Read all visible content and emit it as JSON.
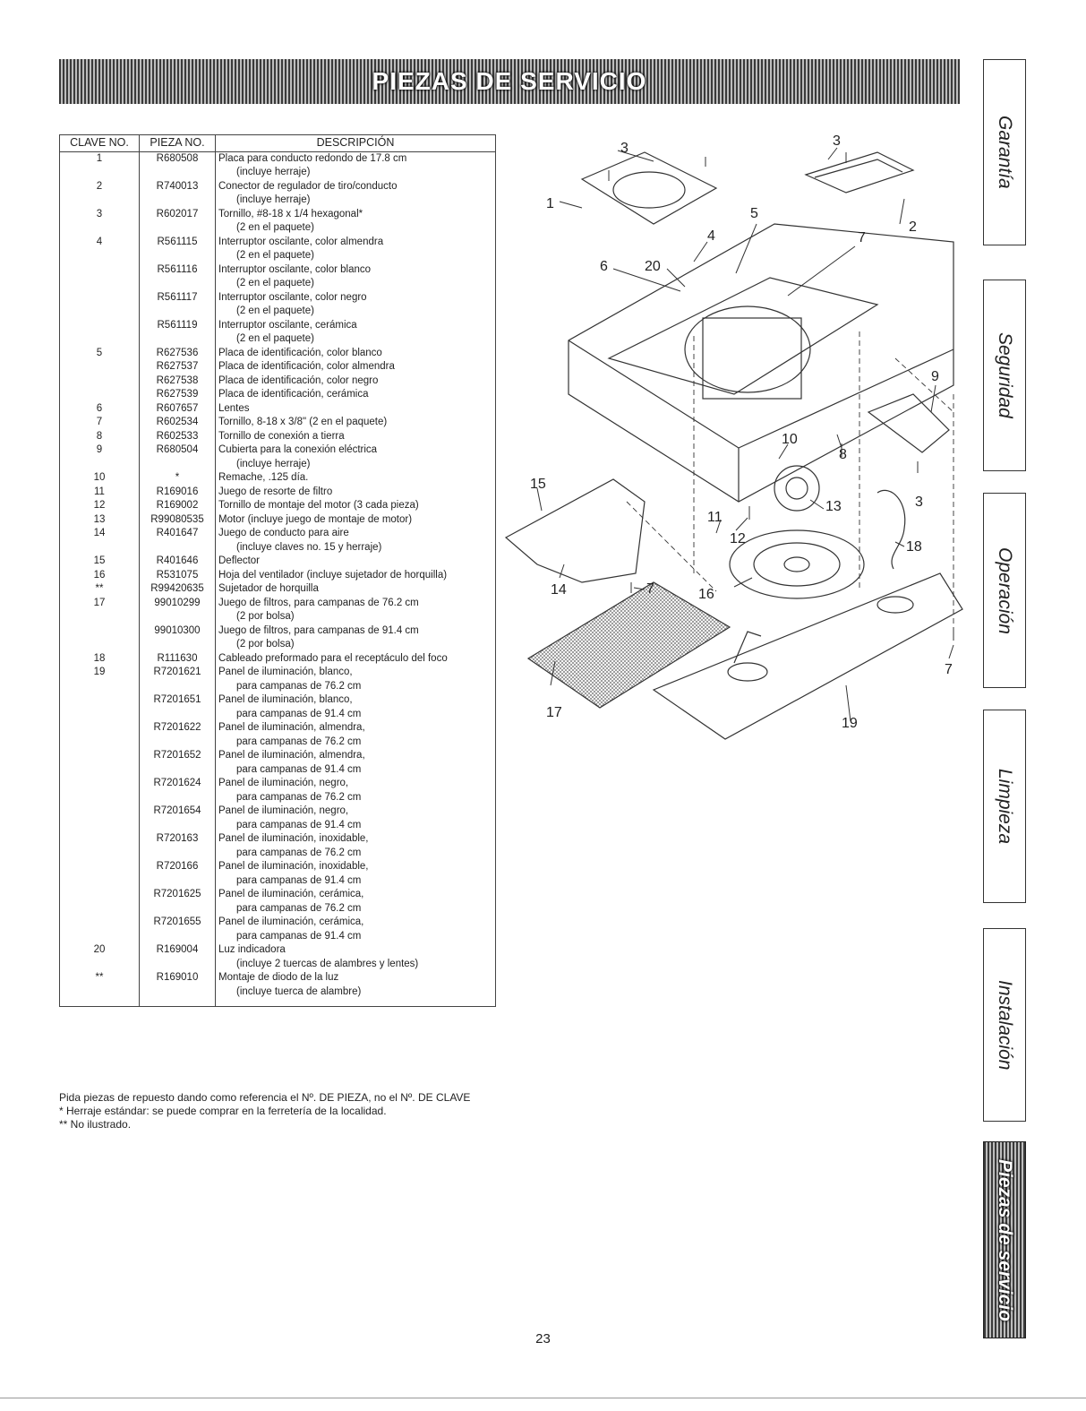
{
  "header": {
    "title": "PIEZAS DE SERVICIO"
  },
  "table": {
    "headers": [
      "CLAVE NO.",
      "PIEZA NO.",
      "DESCRIPCIÓN"
    ],
    "rows": [
      {
        "clave": "1",
        "pieza": "R680508",
        "desc": [
          "Placa para conducto redondo de 17.8 cm",
          "(incluye herraje)"
        ]
      },
      {
        "clave": "2",
        "pieza": "R740013",
        "desc": [
          "Conector de regulador de tiro/conducto",
          "(incluye herraje)"
        ]
      },
      {
        "clave": "3",
        "pieza": "R602017",
        "desc": [
          "Tornillo, #8-18 x 1/4 hexagonal*",
          "(2 en el paquete)"
        ]
      },
      {
        "clave": "4",
        "pieza": "R561115",
        "desc": [
          "Interruptor oscilante, color almendra",
          "(2 en el paquete)"
        ]
      },
      {
        "clave": "",
        "pieza": "R561116",
        "desc": [
          "Interruptor oscilante, color blanco",
          "(2 en el paquete)"
        ]
      },
      {
        "clave": "",
        "pieza": "R561117",
        "desc": [
          "Interruptor oscilante, color negro",
          "(2 en el paquete)"
        ]
      },
      {
        "clave": "",
        "pieza": "R561119",
        "desc": [
          "Interruptor oscilante, cerámica",
          "(2 en el paquete)"
        ]
      },
      {
        "clave": "5",
        "pieza": "R627536",
        "desc": [
          "Placa de identificación, color blanco"
        ]
      },
      {
        "clave": "",
        "pieza": "R627537",
        "desc": [
          "Placa de identificación, color almendra"
        ]
      },
      {
        "clave": "",
        "pieza": "R627538",
        "desc": [
          "Placa de identificación, color negro"
        ]
      },
      {
        "clave": "",
        "pieza": "R627539",
        "desc": [
          "Placa de identificación, cerámica"
        ]
      },
      {
        "clave": "6",
        "pieza": "R607657",
        "desc": [
          "Lentes"
        ]
      },
      {
        "clave": "7",
        "pieza": "R602534",
        "desc": [
          "Tornillo, 8-18 x 3/8\" (2 en el paquete)"
        ]
      },
      {
        "clave": "8",
        "pieza": "R602533",
        "desc": [
          "Tornillo de conexión a tierra"
        ]
      },
      {
        "clave": "9",
        "pieza": "R680504",
        "desc": [
          "Cubierta para la conexión eléctrica",
          "(incluye herraje)"
        ]
      },
      {
        "clave": "10",
        "pieza": "*",
        "desc": [
          "Remache, .125 día."
        ]
      },
      {
        "clave": "11",
        "pieza": "R169016",
        "desc": [
          "Juego de resorte de filtro"
        ]
      },
      {
        "clave": "12",
        "pieza": "R169002",
        "desc": [
          "Tornillo de montaje del motor (3 cada pieza)"
        ]
      },
      {
        "clave": "13",
        "pieza": "R99080535",
        "desc": [
          "Motor (incluye juego de montaje de motor)"
        ]
      },
      {
        "clave": "14",
        "pieza": "R401647",
        "desc": [
          "Juego de conducto para aire",
          "(incluye claves no. 15 y herraje)"
        ]
      },
      {
        "clave": "15",
        "pieza": "R401646",
        "desc": [
          "Deflector"
        ]
      },
      {
        "clave": "16",
        "pieza": "R531075",
        "desc": [
          "Hoja del ventilador (incluye sujetador de horquilla)"
        ]
      },
      {
        "clave": "**",
        "pieza": "R99420635",
        "desc": [
          "Sujetador de horquilla"
        ]
      },
      {
        "clave": "17",
        "pieza": "99010299",
        "desc": [
          "Juego de filtros, para campanas de 76.2 cm",
          "(2 por bolsa)"
        ]
      },
      {
        "clave": "",
        "pieza": "99010300",
        "desc": [
          "Juego de filtros, para campanas de 91.4 cm",
          "(2 por bolsa)"
        ]
      },
      {
        "clave": "18",
        "pieza": "R111630",
        "desc": [
          "Cableado preformado para el receptáculo del foco"
        ]
      },
      {
        "clave": "19",
        "pieza": "R7201621",
        "desc": [
          "Panel de iluminación, blanco,",
          "para campanas de 76.2 cm"
        ]
      },
      {
        "clave": "",
        "pieza": "R7201651",
        "desc": [
          "Panel de iluminación, blanco,",
          "para campanas de 91.4 cm"
        ]
      },
      {
        "clave": "",
        "pieza": "R7201622",
        "desc": [
          "Panel de iluminación, almendra,",
          "para campanas de 76.2 cm"
        ]
      },
      {
        "clave": "",
        "pieza": "R7201652",
        "desc": [
          "Panel de iluminación, almendra,",
          "para campanas de 91.4 cm"
        ]
      },
      {
        "clave": "",
        "pieza": "R7201624",
        "desc": [
          "Panel de iluminación, negro,",
          "para campanas de 76.2 cm"
        ]
      },
      {
        "clave": "",
        "pieza": "R7201654",
        "desc": [
          "Panel de iluminación, negro,",
          "para campanas de 91.4 cm"
        ]
      },
      {
        "clave": "",
        "pieza": "R720163",
        "desc": [
          "Panel de iluminación, inoxidable,",
          "para campanas de 76.2 cm"
        ]
      },
      {
        "clave": "",
        "pieza": "R720166",
        "desc": [
          "Panel de iluminación, inoxidable,",
          "para campanas de 91.4 cm"
        ]
      },
      {
        "clave": "",
        "pieza": "R7201625",
        "desc": [
          "Panel de iluminación, cerámica,",
          "para campanas de 76.2 cm"
        ]
      },
      {
        "clave": "",
        "pieza": "R7201655",
        "desc": [
          "Panel de iluminación, cerámica,",
          "para campanas de 91.4 cm"
        ]
      },
      {
        "clave": "20",
        "pieza": "R169004",
        "desc": [
          "Luz indicadora",
          "(incluye 2 tuercas de alambres y lentes)"
        ]
      },
      {
        "clave": "**",
        "pieza": "R169010",
        "desc": [
          "Montaje de diodo de la luz",
          "(incluye tuerca de alambre)"
        ]
      }
    ]
  },
  "notes": [
    "Pida piezas de repuesto dando como referencia el Nº. DE PIEZA, no el Nº. DE CLAVE",
    "* Herraje estándar: se puede comprar en la ferretería de la localidad.",
    "** No ilustrado."
  ],
  "diagram": {
    "callouts": [
      "3",
      "3",
      "1",
      "5",
      "2",
      "4",
      "7",
      "6",
      "20",
      "9",
      "10",
      "8",
      "15",
      "13",
      "3",
      "11",
      "12",
      "18",
      "14",
      "7",
      "16",
      "7",
      "17",
      "19"
    ]
  },
  "side_tabs": [
    "Garantía",
    "Seguridad",
    "Operación",
    "Limpieza",
    "Instalación",
    "Piezas de servicio"
  ],
  "page_number": "23"
}
